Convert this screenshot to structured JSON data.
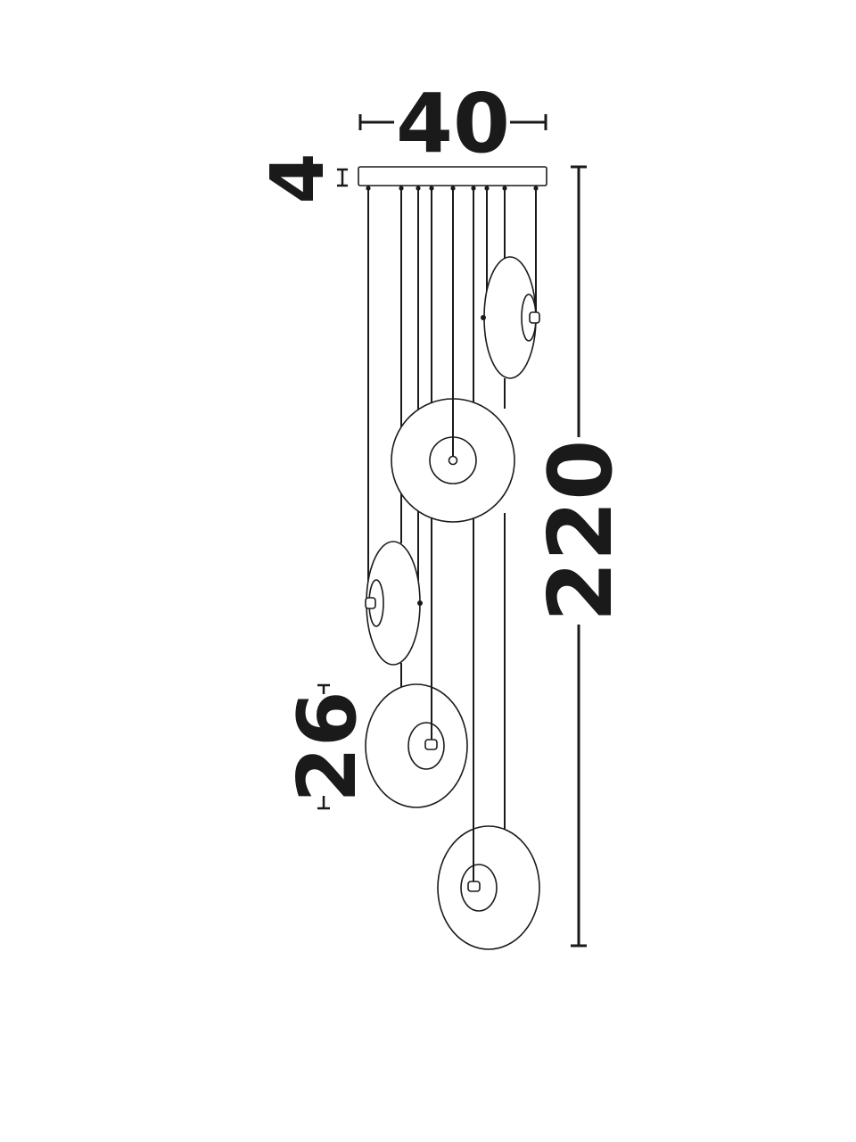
{
  "dimensions": {
    "width": "40",
    "canopy_height": "4",
    "total_height": "220",
    "shade_diameter": "26"
  }
}
